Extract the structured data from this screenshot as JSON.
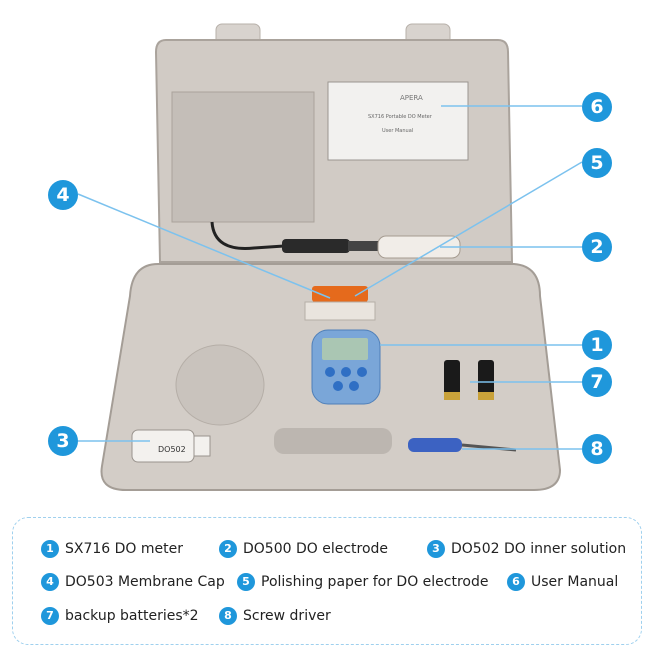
{
  "callouts": [
    "6",
    "5",
    "4",
    "2",
    "1",
    "7",
    "3",
    "8"
  ],
  "label_text": {
    "book_brand": "APERA",
    "book_title": "SX716 Portable DO Meter",
    "book_sub": "User Manual",
    "bottle": "DO502"
  },
  "legend": {
    "items": [
      {
        "num": "1",
        "text": "SX716 DO meter"
      },
      {
        "num": "2",
        "text": "DO500 DO electrode"
      },
      {
        "num": "3",
        "text": "DO502 DO inner solution"
      },
      {
        "num": "4",
        "text": "DO503 Membrane Cap"
      },
      {
        "num": "5",
        "text": "Polishing paper for DO electrode"
      },
      {
        "num": "6",
        "text": "User Manual"
      },
      {
        "num": "7",
        "text": "backup batteries*2"
      },
      {
        "num": "8",
        "text": "Screw driver"
      }
    ]
  },
  "colors": {
    "accent": "#1f97db",
    "case": "#c9c3bd",
    "meter": "#7aa6d8"
  }
}
